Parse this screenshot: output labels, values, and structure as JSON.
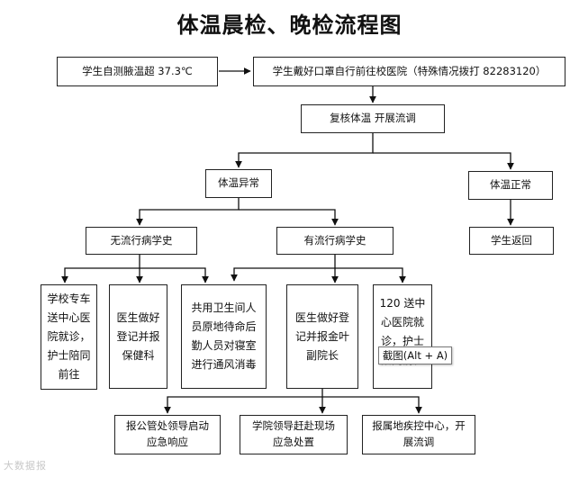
{
  "title": "体温晨检、晚检流程图",
  "nodes": {
    "fever_detected": "学生自测腋温超 37.3℃",
    "go_to_hospital": "学生戴好口罩自行前往校医院（特殊情况拨打 82283120）",
    "recheck": "复核体温    开展流调",
    "temp_abnormal": "体温异常",
    "temp_normal": "体温正常",
    "no_epi_history": "无流行病学史",
    "has_epi_history": "有流行病学史",
    "student_return": "学生返回",
    "school_car": "学校专车送中心医院就诊，护士陪同前往",
    "doctor_report_health": "医生做好登记并报保健科",
    "roommates_wait": "共用卫生间人员原地待命后勤人员对寝室进行通风消毒",
    "doctor_report_vp": "医生做好登记并报金叶副院长",
    "ambulance_120": "120 送中心医院就诊，护士陪同前往",
    "security_emergency": "报公管处领导启动应急响应",
    "leaders_onsite": "学院领导赶赴现场应急处置",
    "report_cdc": "报属地疾控中心，开展流调"
  },
  "tooltip": "截图(Alt + A)",
  "watermark": "大数据报"
}
